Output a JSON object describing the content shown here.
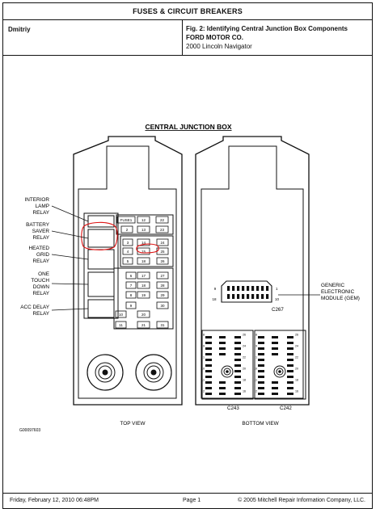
{
  "header": {
    "title": "FUSES & CIRCUIT BREAKERS",
    "author": "Dmitriy",
    "fig_title": "Fig. 2: Identifying Central Junction Box Components",
    "company": "FORD MOTOR CO.",
    "vehicle": "2000 Lincoln Navigator"
  },
  "diagram": {
    "title": "CENTRAL JUNCTION BOX",
    "left_labels": [
      [
        "INTERIOR",
        "LAMP",
        "RELAY"
      ],
      [
        "BATTERY",
        "SAVER",
        "RELAY"
      ],
      [
        "HEATED",
        "GRID",
        "RELAY"
      ],
      [
        "ONE",
        "TOUCH",
        "DOWN",
        "RELAY"
      ],
      [
        "ACC DELAY",
        "RELAY"
      ]
    ],
    "fuse_labels": [
      "FUSE1",
      "12",
      "22",
      "2",
      "13",
      "23",
      "3",
      "14",
      "24",
      "4",
      "15",
      "25",
      "5",
      "18",
      "26",
      "6",
      "17",
      "27",
      "7",
      "18",
      "28",
      "8",
      "19",
      "29",
      "9",
      "30",
      "10",
      "20",
      "11",
      "21",
      "31"
    ],
    "gem_label": [
      "GENERIC",
      "ELECTRONIC",
      "MODULE (GEM)"
    ],
    "connector_pins": {
      "pin_9": "9",
      "pin_1": "1",
      "pin_18": "18",
      "pin_10": "10"
    },
    "connector_c267": "C267",
    "connector_c243": "C243",
    "connector_c242": "C242",
    "top_view": "TOP VIEW",
    "bottom_view": "BOTTOM VIEW",
    "part_number": "G00097603",
    "c243_pins": [
      "8",
      "26",
      "9",
      "24",
      "1",
      "22",
      "10",
      "20",
      "11",
      "18",
      "2",
      "16",
      "12",
      "14",
      "3",
      "4",
      "17",
      "13",
      "15",
      "5",
      "18",
      "6",
      "14"
    ],
    "c242_pins": [
      "8",
      "26",
      "9",
      "24",
      "1",
      "22",
      "10",
      "20",
      "11",
      "18",
      "2",
      "16",
      "12",
      "14",
      "3",
      "4",
      "17",
      "13",
      "15",
      "5",
      "18",
      "6",
      "14"
    ]
  },
  "footer": {
    "date": "Friday, February 12, 2010  06:48PM",
    "page": "Page 1",
    "copyright": "© 2005 Mitchell Repair Information Company, LLC."
  },
  "colors": {
    "annotation": "#dd1111",
    "ink": "#111111"
  }
}
